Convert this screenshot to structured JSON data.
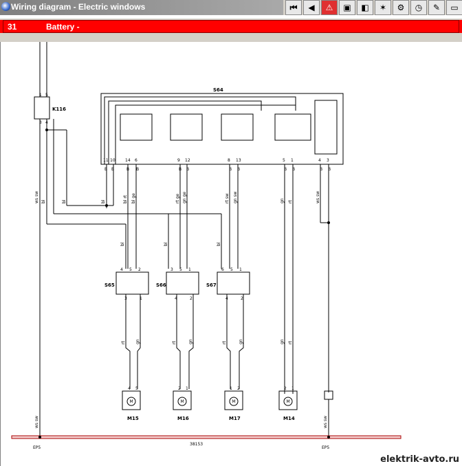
{
  "window": {
    "title": "Wiring diagram - Electric windows"
  },
  "toolbar": {
    "items": [
      {
        "icon": "skip-first-icon"
      },
      {
        "icon": "prev-icon"
      },
      {
        "icon": "warning-icon"
      },
      {
        "icon": "component-icon"
      },
      {
        "icon": "diagram-icon"
      },
      {
        "icon": "settings-icon"
      },
      {
        "icon": "tools-icon"
      },
      {
        "icon": "gauge-icon"
      },
      {
        "icon": "repair-icon"
      },
      {
        "icon": "car-icon"
      }
    ]
  },
  "header": {
    "circuit_number": "31",
    "circuit_label": "Battery -"
  },
  "diagram": {
    "components": {
      "main_switch": "S64",
      "relay": "K116",
      "switches": [
        "S65",
        "S66",
        "S67"
      ],
      "motors": [
        "M15",
        "M16",
        "M17",
        "M14"
      ],
      "ground_bar": "38153",
      "ground_left": "EP5",
      "ground_right": "EP5"
    },
    "s64_pins": [
      "11",
      "10",
      "14",
      "6",
      "9",
      "12",
      "8",
      "13",
      "5",
      "1",
      "4",
      "3"
    ],
    "k116_pins": [
      "1",
      "5",
      "3",
      "4"
    ],
    "s65_top_pins": [
      "4",
      "5",
      "2"
    ],
    "s65_bottom_pins": [
      "3",
      "1"
    ],
    "s66_top_pins": [
      "3",
      "5",
      "1"
    ],
    "s66_bottom_pins": [
      "4",
      "2"
    ],
    "s67_top_pins": [
      "6",
      "5",
      "1"
    ],
    "s67_bottom_pins": [
      "4",
      "2"
    ],
    "m15_pins": [
      "4",
      "5"
    ],
    "m16_pins": [
      "2",
      "1"
    ],
    "m17_pins": [
      "1",
      "2"
    ],
    "m14_pins": [
      "2",
      "1"
    ],
    "s64_pin_codes": [
      "B",
      "B",
      "B",
      "B",
      "B",
      "B",
      "B",
      "B",
      "B",
      "B",
      "B",
      "B"
    ],
    "wire_labels": {
      "ws_sw_left": "ws sw",
      "bl_k116": "bl",
      "bl_s64_a": "bl",
      "bl_s64_b": "bl",
      "bl_rt": "bl rt",
      "bl_ge": "bl ge",
      "rt_ge": "rt ge",
      "gn_ge": "gn ge",
      "rt_sw": "rt sw",
      "gn_sw": "gn sw",
      "gn_m14": "gn",
      "rt_m14": "rt",
      "ws_sw_right": "ws sw",
      "bl_s65": "bl",
      "bl_s66": "bl",
      "bl_s67": "bl",
      "rt_m15": "rt",
      "gn_m15": "gn",
      "rt_m16": "rt",
      "gn_m16": "gn",
      "rt_m17": "rt",
      "gn_m17": "gn",
      "gn_low": "gn",
      "rt_low": "rt",
      "ws_sw_ground_l": "ws sw",
      "ws_sw_ground_r": "ws sw"
    },
    "motor_symbol": "M"
  },
  "watermark": "elektrik-avto.ru"
}
